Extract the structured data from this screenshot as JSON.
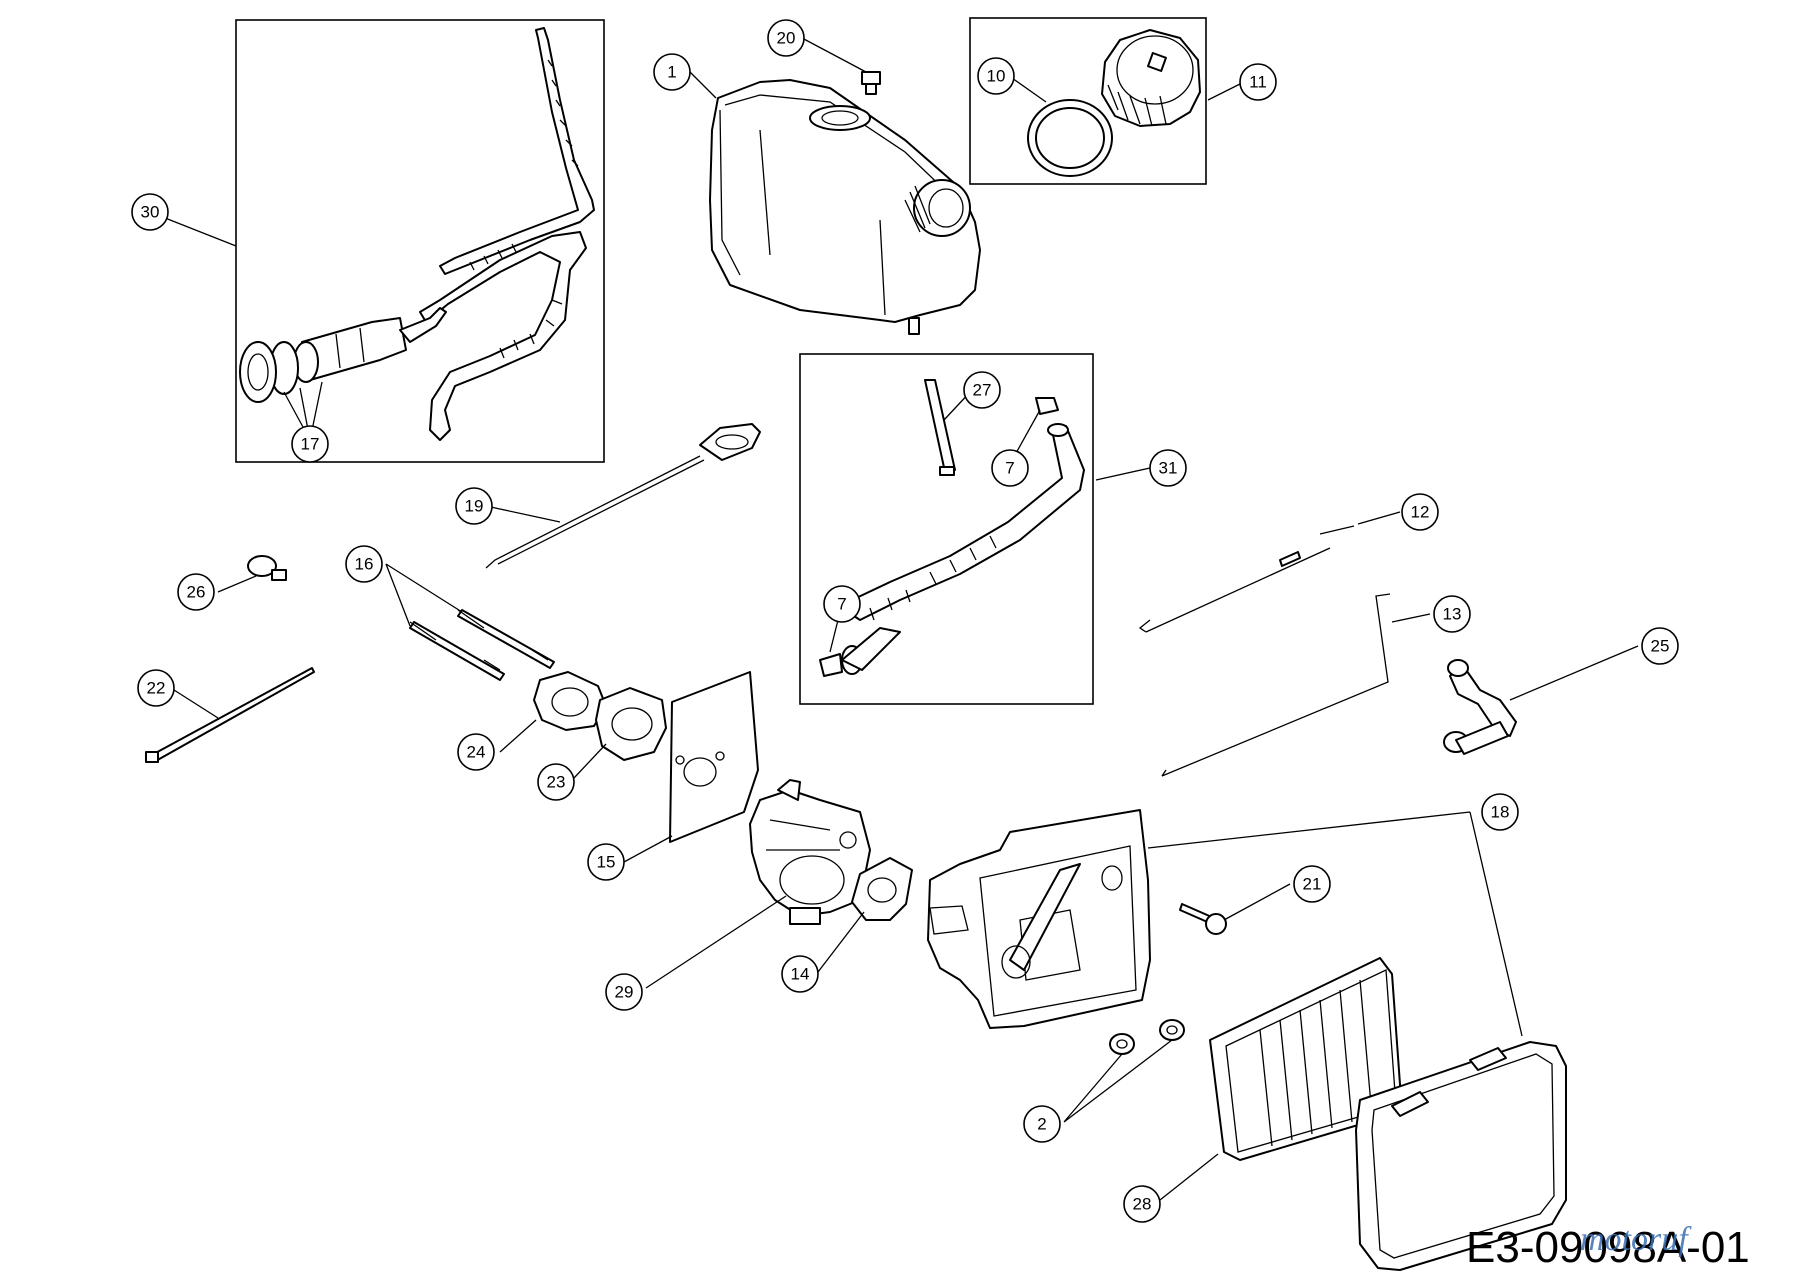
{
  "drawing_id": "E3-09098A-01",
  "watermark": "motoruf",
  "callouts": [
    {
      "id": "c30",
      "label": "30"
    },
    {
      "id": "c17",
      "label": "17"
    },
    {
      "id": "c1",
      "label": "1"
    },
    {
      "id": "c20",
      "label": "20"
    },
    {
      "id": "c10",
      "label": "10"
    },
    {
      "id": "c11",
      "label": "11"
    },
    {
      "id": "c27",
      "label": "27"
    },
    {
      "id": "c7a",
      "label": "7"
    },
    {
      "id": "c31",
      "label": "31"
    },
    {
      "id": "c7b",
      "label": "7"
    },
    {
      "id": "c19",
      "label": "19"
    },
    {
      "id": "c16",
      "label": "16"
    },
    {
      "id": "c26",
      "label": "26"
    },
    {
      "id": "c22",
      "label": "22"
    },
    {
      "id": "c24",
      "label": "24"
    },
    {
      "id": "c23",
      "label": "23"
    },
    {
      "id": "c15",
      "label": "15"
    },
    {
      "id": "c12",
      "label": "12"
    },
    {
      "id": "c13",
      "label": "13"
    },
    {
      "id": "c25",
      "label": "25"
    },
    {
      "id": "c18",
      "label": "18"
    },
    {
      "id": "c21",
      "label": "21"
    },
    {
      "id": "c29",
      "label": "29"
    },
    {
      "id": "c14",
      "label": "14"
    },
    {
      "id": "c2",
      "label": "2"
    },
    {
      "id": "c28",
      "label": "28"
    }
  ]
}
